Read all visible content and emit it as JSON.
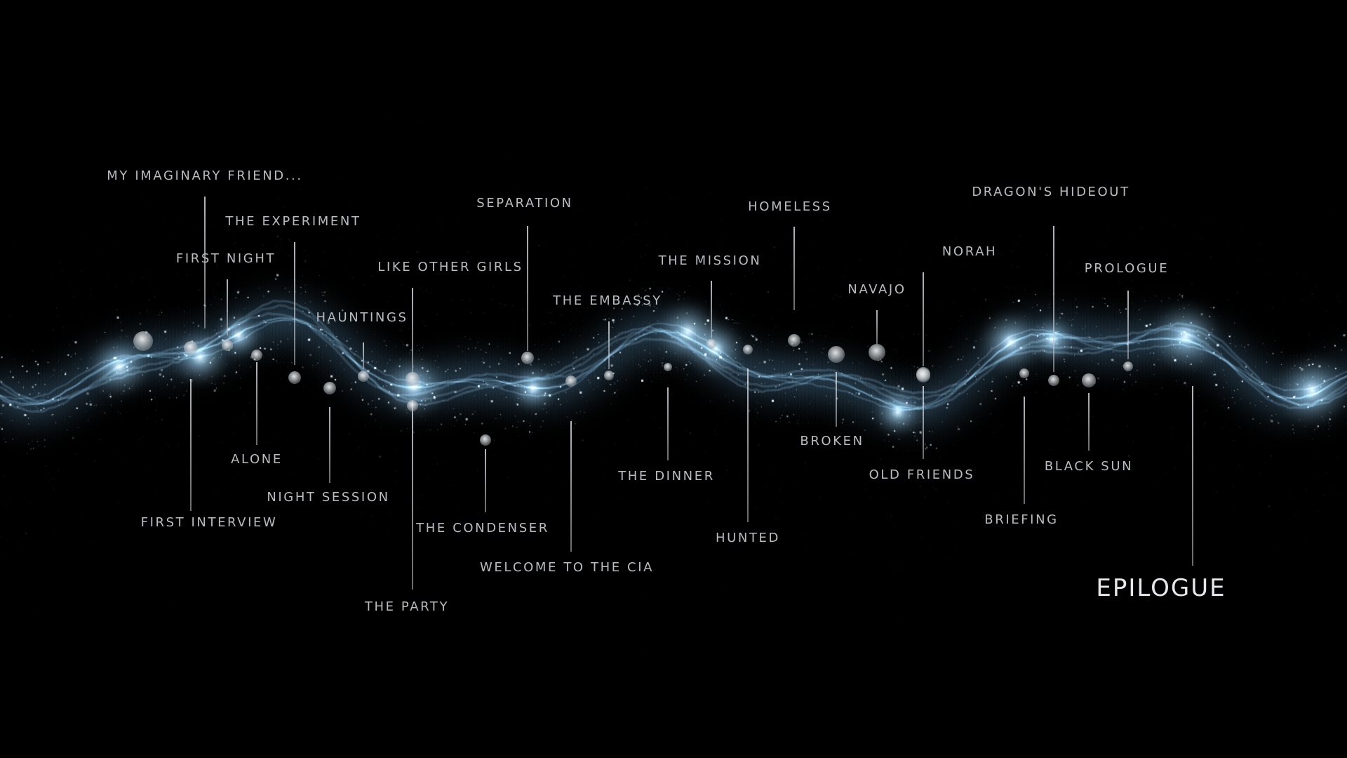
{
  "chapters": [
    {
      "id": "my-imaginary-friend",
      "label": "MY IMAGINARY FRIEND..."
    },
    {
      "id": "the-experiment",
      "label": "THE EXPERIMENT"
    },
    {
      "id": "first-night",
      "label": "FIRST NIGHT"
    },
    {
      "id": "hauntings",
      "label": "HAUNTINGS"
    },
    {
      "id": "like-other-girls",
      "label": "LIKE OTHER GIRLS"
    },
    {
      "id": "separation",
      "label": "SEPARATION"
    },
    {
      "id": "the-embassy",
      "label": "THE EMBASSY"
    },
    {
      "id": "the-mission",
      "label": "THE MISSION"
    },
    {
      "id": "homeless",
      "label": "HOMELESS"
    },
    {
      "id": "navajo",
      "label": "NAVAJO"
    },
    {
      "id": "norah",
      "label": "NORAH"
    },
    {
      "id": "dragons-hideout",
      "label": "DRAGON'S HIDEOUT"
    },
    {
      "id": "prologue",
      "label": "PROLOGUE"
    },
    {
      "id": "first-interview",
      "label": "FIRST INTERVIEW"
    },
    {
      "id": "alone",
      "label": "ALONE"
    },
    {
      "id": "night-session",
      "label": "NIGHT SESSION"
    },
    {
      "id": "the-party",
      "label": "THE PARTY"
    },
    {
      "id": "the-condenser",
      "label": "THE CONDENSER"
    },
    {
      "id": "welcome-to-the-cia",
      "label": "WELCOME TO THE CIA"
    },
    {
      "id": "the-dinner",
      "label": "THE DINNER"
    },
    {
      "id": "hunted",
      "label": "HUNTED"
    },
    {
      "id": "broken",
      "label": "BROKEN"
    },
    {
      "id": "old-friends",
      "label": "OLD FRIENDS"
    },
    {
      "id": "briefing",
      "label": "BRIEFING"
    },
    {
      "id": "black-sun",
      "label": "BLACK SUN"
    },
    {
      "id": "epilogue",
      "label": "EPILOGUE"
    }
  ],
  "colors": {
    "background": "#000000",
    "label": "#b9bcc0",
    "highlight": "#e6e8ea",
    "nebula_core": "#eaf6ff",
    "nebula_glow": "#7fb6d9"
  }
}
